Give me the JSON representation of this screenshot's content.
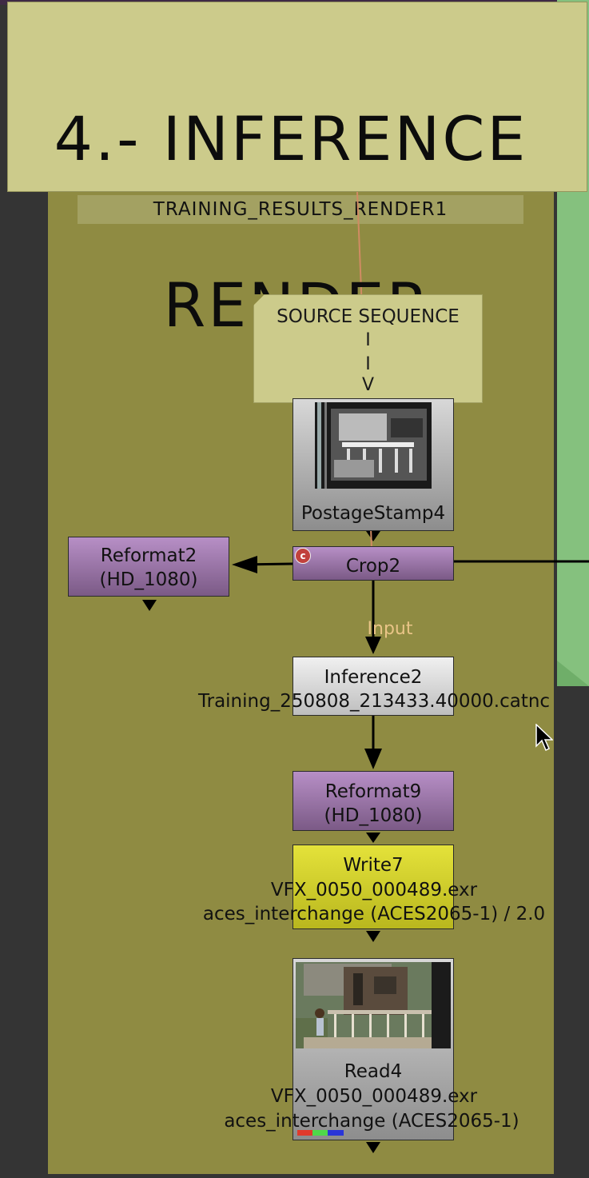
{
  "title_sticky": {
    "line1": "4.- INFERENCE",
    "line2": "RENDER"
  },
  "backdrop": {
    "label": "TRAINING_RESULTS_RENDER1"
  },
  "source_sticky": {
    "title": "SOURCE SEQUENCE",
    "arrow_lines": [
      "I",
      "I",
      "V"
    ]
  },
  "nodes": {
    "postage_stamp": {
      "label": "PostageStamp4"
    },
    "crop": {
      "label": "Crop2",
      "badge": "c"
    },
    "reformat2": {
      "line1": "Reformat2",
      "line2": "(HD_1080)"
    },
    "inference": {
      "label": "Inference2",
      "sublabel": "Training_250808_213433.40000.catnc",
      "input_label": "Input"
    },
    "reformat9": {
      "line1": "Reformat9",
      "line2": "(HD_1080)"
    },
    "write": {
      "label": "Write7",
      "file": "VFX_0050_000489.exr",
      "colorspace": "aces_interchange (ACES2065-1) / 2.0"
    },
    "read": {
      "label": "Read4",
      "file": "VFX_0050_000489.exr",
      "colorspace": "aces_interchange (ACES2065-1)"
    }
  },
  "colors": {
    "backdrop": "#8f8b42",
    "sticky": "#cccb8b",
    "purple_node": "#9a72a8",
    "write_node": "#d4d22c",
    "green_panel": "#85c17e",
    "wire_orange": "#d08b63"
  },
  "icons": {
    "cursor": "mouse-pointer-icon",
    "arrow": "triangle-down-icon"
  }
}
